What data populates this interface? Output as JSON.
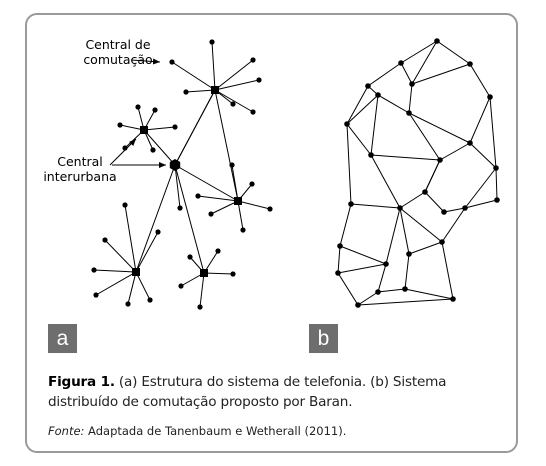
{
  "panel_a": {
    "label": "a",
    "annotation_switching": [
      "Central de",
      "comutação"
    ],
    "annotation_interurban": [
      "Central",
      "interurbana"
    ]
  },
  "panel_b": {
    "label": "b"
  },
  "caption": {
    "figure_label": "Figura 1.",
    "text": " (a) Estrutura do sistema de telefonia. (b) Sistema distribuído de comutação proposto por Baran."
  },
  "source": {
    "label": "Fonte:",
    "text": " Adaptada de Tanenbaum e Wetherall (2011)."
  },
  "colors": {
    "frame": "#9a9a9a",
    "label_box": "#6e6e6e",
    "ink": "#000000"
  }
}
